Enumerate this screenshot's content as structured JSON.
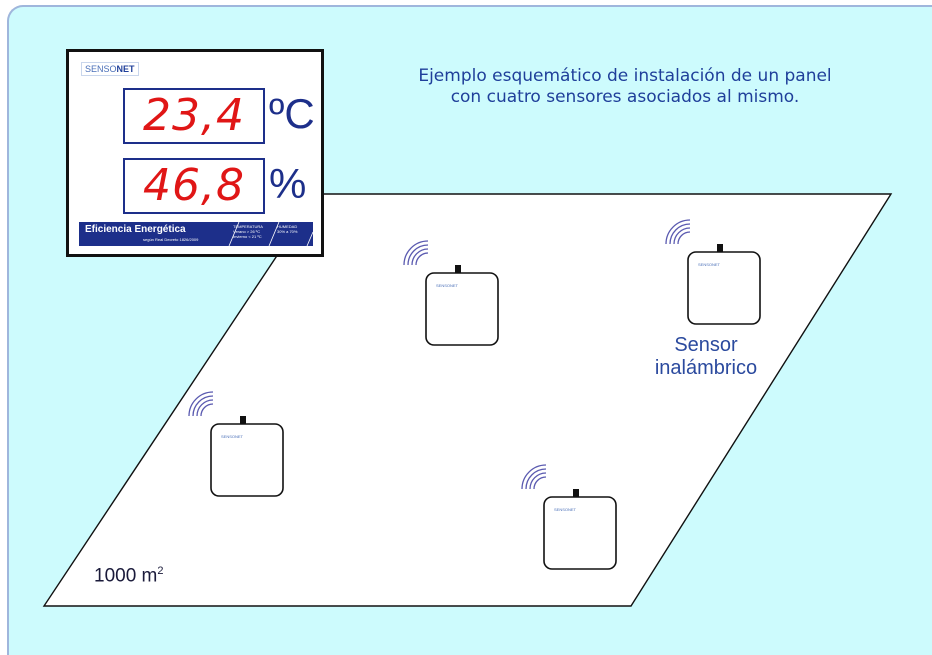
{
  "caption": {
    "line1": "Ejemplo esquemático de instalación de un panel",
    "line2": "con cuatro sensores asociados al mismo."
  },
  "panel": {
    "logo_prefix": "SENSO",
    "logo_suffix": "NET",
    "temperature": "23,4",
    "temperature_unit": "ºC",
    "humidity": "46,8",
    "humidity_unit": "%",
    "bar_title": "Eficiencia Energética",
    "bar_subtitle": "según Real Decreto 1826/2009",
    "temp_header": "TEMPERATURA",
    "temp_line1": "Verano > 26 ºC",
    "temp_line2": "Invierno < 21 ºC",
    "hum_header": "HUMEDAD",
    "hum_line1": "30% a 70%"
  },
  "sensors": [
    {
      "id": "sensor-top-middle",
      "logo": "SENSONET"
    },
    {
      "id": "sensor-top-right",
      "logo": "SENSONET"
    },
    {
      "id": "sensor-bottom-left",
      "logo": "SENSONET"
    },
    {
      "id": "sensor-bottom-right",
      "logo": "SENSONET"
    }
  ],
  "sensor_label": {
    "line1": "Sensor",
    "line2": "inalámbrico"
  },
  "area_label": {
    "value": "1000 m",
    "superscript": "2"
  },
  "colors": {
    "background": "#cdfbfd",
    "display_red": "#e01616",
    "panel_blue": "#1d2f8a",
    "caption_blue": "#1f3f9a",
    "signal_purple": "#5a5ab0"
  }
}
